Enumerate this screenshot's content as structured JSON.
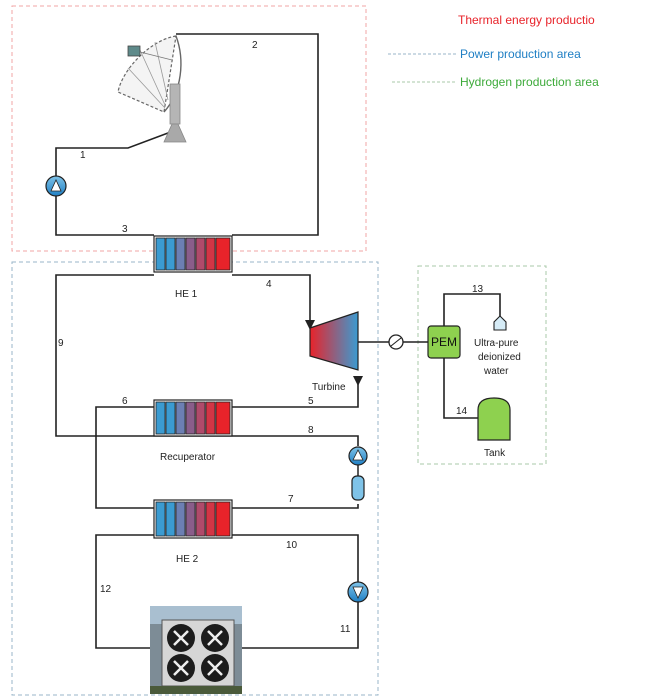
{
  "legend": {
    "thermal": "Thermal energy productio",
    "power": "Power production area",
    "hydrogen": "Hydrogen production area"
  },
  "colors": {
    "thermal": "#e8232a",
    "power": "#1f7fc4",
    "hydrogen": "#3daa3a",
    "thermal_box": "#f2a6a6",
    "power_box": "#9ab6c8",
    "hydrogen_box": "#a8c8a8",
    "pem_fill": "#8ed14f"
  },
  "components": {
    "he1": "HE 1",
    "recuperator": "Recuperator",
    "he2": "HE 2",
    "turbine": "Turbine",
    "pem": "PEM",
    "water": "Ultra-pure deionized water",
    "water_lines": [
      "Ultra-pure",
      "deionized",
      "water"
    ],
    "tank": "Tank"
  },
  "states": [
    "1",
    "2",
    "3",
    "4",
    "5",
    "6",
    "7",
    "8",
    "9",
    "10",
    "11",
    "12",
    "13",
    "14"
  ],
  "icons": {
    "dish": "solar-dish-icon",
    "pump": "pump-icon",
    "turbine": "turbine-icon",
    "generator": "generator-icon",
    "cooler": "dry-cooler-icon",
    "tank": "tank-icon",
    "separator": "separator-icon"
  }
}
